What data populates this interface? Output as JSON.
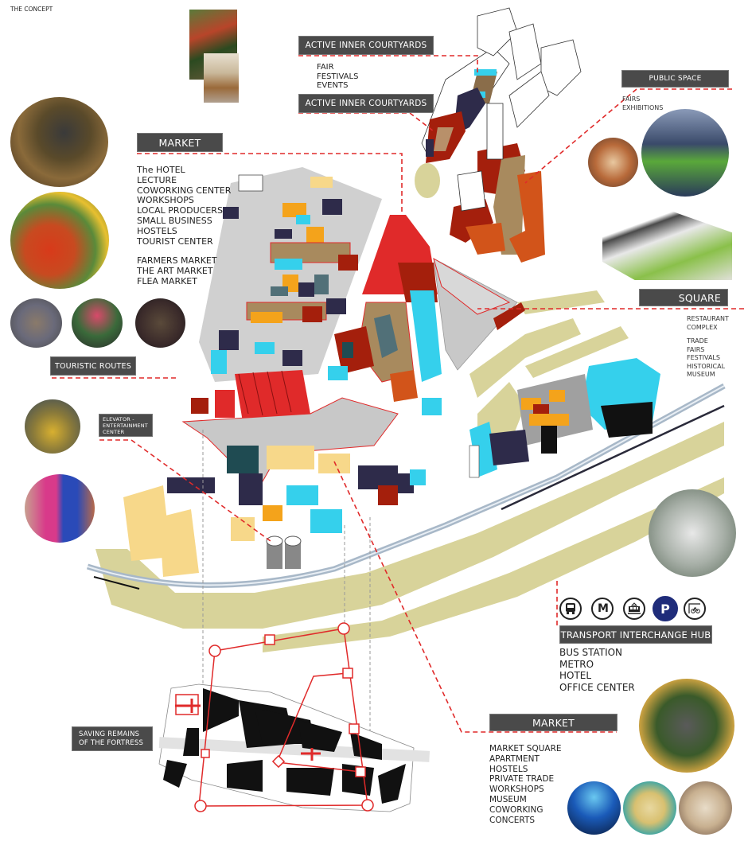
{
  "title": "THE CONCEPT",
  "labels": {
    "courtyards_1": "ACTIVE INNER COURTYARDS",
    "courtyards_2": "ACTIVE INNER COURTYARDS",
    "public_space": "PUBLIC SPACE",
    "market_top": "MARKET",
    "square": "SQUARE",
    "touristic_routes": "TOURISTIC ROUTES",
    "elevator": "ELEVATOR - ENTERTAINMENT CENTER",
    "transport_hub": "TRANSPORT INTERCHANGE HUB",
    "market_bottom": "MARKET",
    "fortress": "SAVING REMAINS OF THE FORTRESS"
  },
  "lists": {
    "courtyards": [
      "FAIR",
      "FESTIVALS",
      "EVENTS"
    ],
    "public_space": [
      "FAIRS",
      "EXHIBITIONS"
    ],
    "market_top_a": [
      "The HOTEL",
      "LECTURE",
      "COWORKING CENTER",
      "WORKSHOPS",
      "LOCAL PRODUCERS",
      "SMALL BUSINESS",
      "HOSTELS",
      "TOURIST CENTER"
    ],
    "market_top_b": [
      "FARMERS MARKET",
      "THE ART MARKET",
      "FLEA MARKET"
    ],
    "square_a": [
      "RESTAURANT",
      "COMPLEX"
    ],
    "square_b": [
      "TRADE",
      "FAIRS",
      "FESTIVALS",
      "HISTORICAL",
      "MUSEUM"
    ],
    "transport": [
      "BUS STATION",
      "METRO",
      "HOTEL",
      "OFFICE CENTER"
    ],
    "market_bottom": [
      "MARKET SQUARE",
      "APARTMENT",
      "HOSTELS",
      "PRIVATE TRADE",
      "WORKSHOPS",
      "MUSEUM",
      "COWORKING",
      "CONCERTS"
    ]
  },
  "transport_icons": [
    {
      "name": "bus-icon",
      "glyph": "▣"
    },
    {
      "name": "metro-icon",
      "glyph": "M"
    },
    {
      "name": "tram-icon",
      "glyph": "⛟"
    },
    {
      "name": "parking-icon",
      "glyph": "P"
    },
    {
      "name": "bike-parking-icon",
      "glyph": "⚲"
    }
  ],
  "colors": {
    "accent_red": "#e02a2a",
    "label_bg": "#4a4a4a",
    "parking_blue": "#1f2c7a",
    "green_area": "#d8d39a",
    "orange": "#f4a31b",
    "cyan": "#35d0ec",
    "dark_navy": "#2e2b4a",
    "brick": "#a41f0c"
  }
}
